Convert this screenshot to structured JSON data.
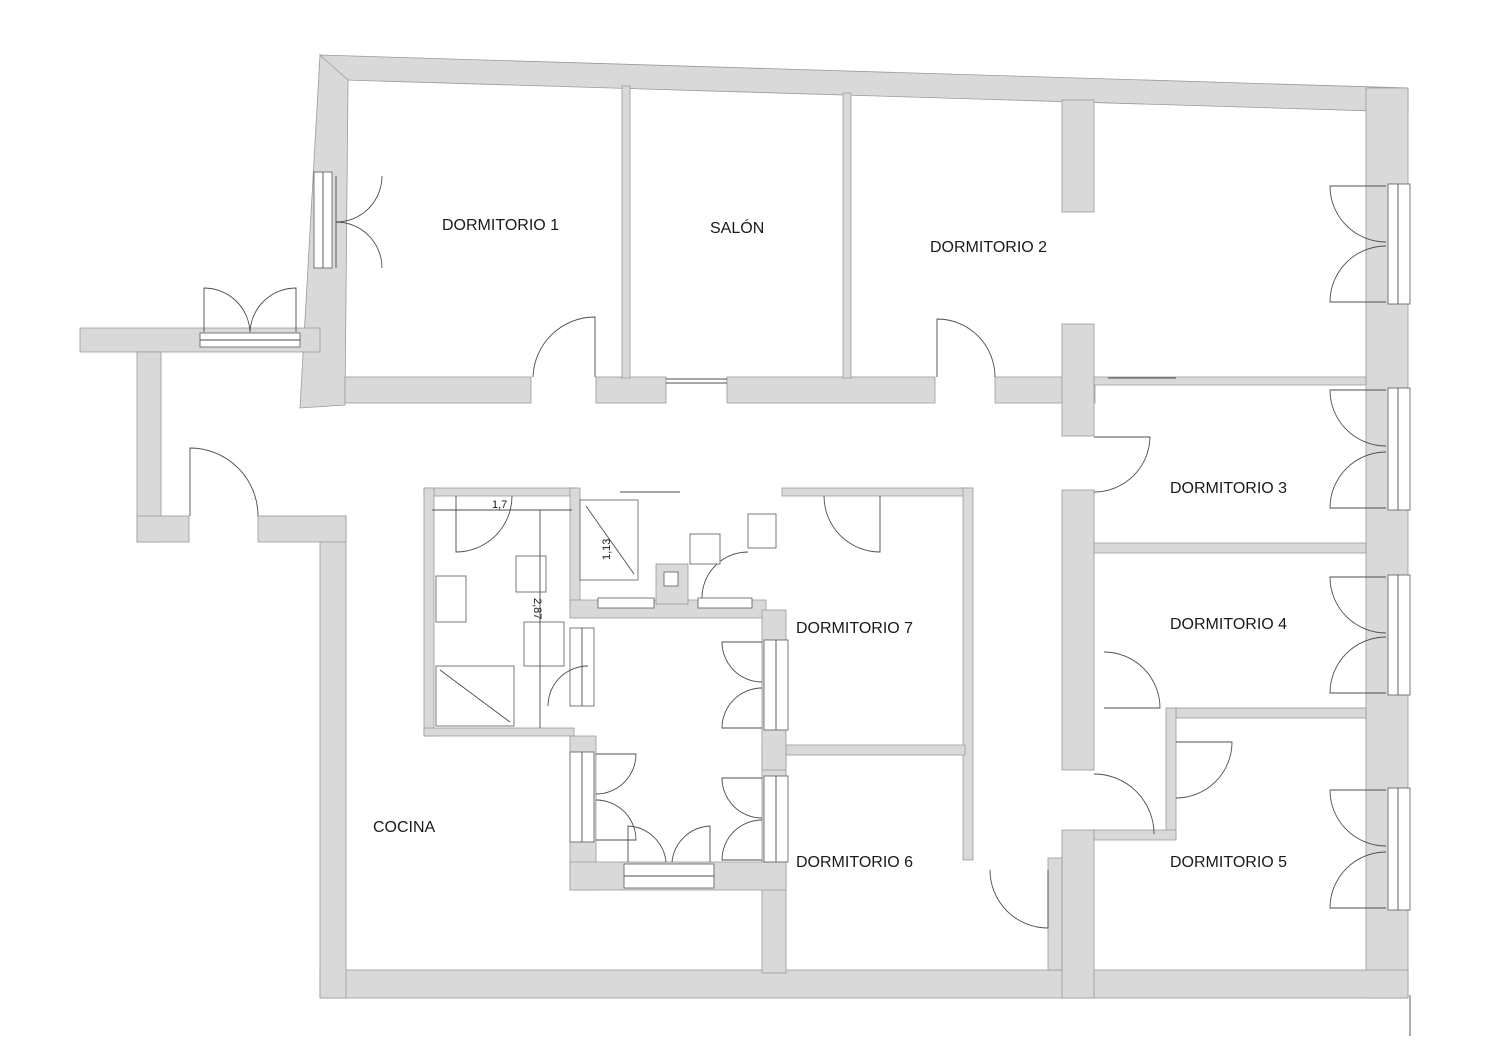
{
  "rooms": {
    "dormitorio_1": "DORMITORIO 1",
    "salon": "SALÓN",
    "dormitorio_2": "DORMITORIO 2",
    "dormitorio_3": "DORMITORIO 3",
    "dormitorio_4": "DORMITORIO 4",
    "dormitorio_5": "DORMITORIO 5",
    "dormitorio_6": "DORMITORIO 6",
    "dormitorio_7": "DORMITORIO 7",
    "cocina": "COCINA"
  },
  "dimensions": {
    "bath_width": "1,7",
    "bath_length": "2,87",
    "shower_width": "1,13"
  },
  "colors": {
    "wall_fill": "#d9d9d9",
    "wall_stroke": "#9a9a9a",
    "line": "#4d4d4d"
  }
}
